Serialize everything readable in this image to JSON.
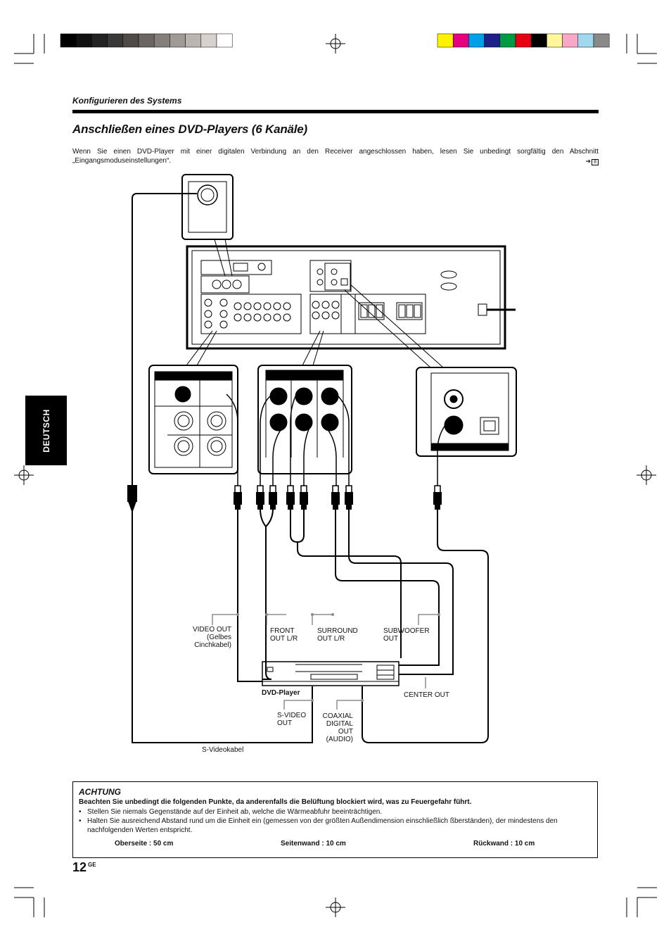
{
  "header": {
    "section": "Konfigurieren des Systems"
  },
  "title": "Anschließen eines DVD-Players (6 Kanäle)",
  "intro": "Wenn Sie einen DVD-Player mit einer digitalen Verbindung an den Receiver angeschlossen haben, lesen Sie unbedingt sorgfältig den Abschnitt „Eingangsmoduseinstellungen“.",
  "page_ref": "8",
  "side_tab": "DEUTSCH",
  "diagram": {
    "video_out": "VIDEO OUT",
    "video_note1": "(Gelbes",
    "video_note2": "Cinchkabel)",
    "front1": "FRONT",
    "front2": "OUT L/R",
    "surround1": "SURROUND",
    "surround2": "OUT L/R",
    "sub1": "SUBWOOFER",
    "sub2": "OUT",
    "dvd_player": "DVD-Player",
    "center_out": "CENTER OUT",
    "svideo1": "S-VIDEO",
    "svideo2": "OUT",
    "coax1": "COAXIAL",
    "coax2": "DIGITAL",
    "coax3": "OUT",
    "coax4": "(AUDIO)",
    "svideo_cable": "S-Videokabel"
  },
  "caution": {
    "title": "ACHTUNG",
    "warning": "Beachten Sie unbedingt die folgenden Punkte, da anderenfalls die Belüftung blockiert wird, was zu Feuergefahr führt.",
    "items": [
      "Stellen Sie niemals Gegenstände auf der Einheit ab, welche die Wärmeabfuhr beeinträchtigen.",
      "Halten Sie ausreichend Abstand rund um die Einheit ein (gemessen von der größten Außendimension einschließlich ßberständen), der mindestens den nachfolgenden Werten entspricht."
    ],
    "top": "Oberseite : 50 cm",
    "side": "Seitenwand : 10 cm",
    "back": "Rückwand : 10 cm"
  },
  "footer": {
    "page": "12",
    "lang": "GE"
  },
  "colors": {
    "gray_bars": [
      "#000000",
      "#111111",
      "#222222",
      "#383838",
      "#4e4a48",
      "#6a6462",
      "#857f7c",
      "#a09a97",
      "#bbb5b2",
      "#d6d1ce",
      "#ffffff"
    ],
    "color_bars": [
      "#fff200",
      "#e4007f",
      "#00a0e9",
      "#1d2088",
      "#009944",
      "#e60012",
      "#000000",
      "#fff799",
      "#f6a8c6",
      "#a0d8ef",
      "#898989"
    ]
  }
}
